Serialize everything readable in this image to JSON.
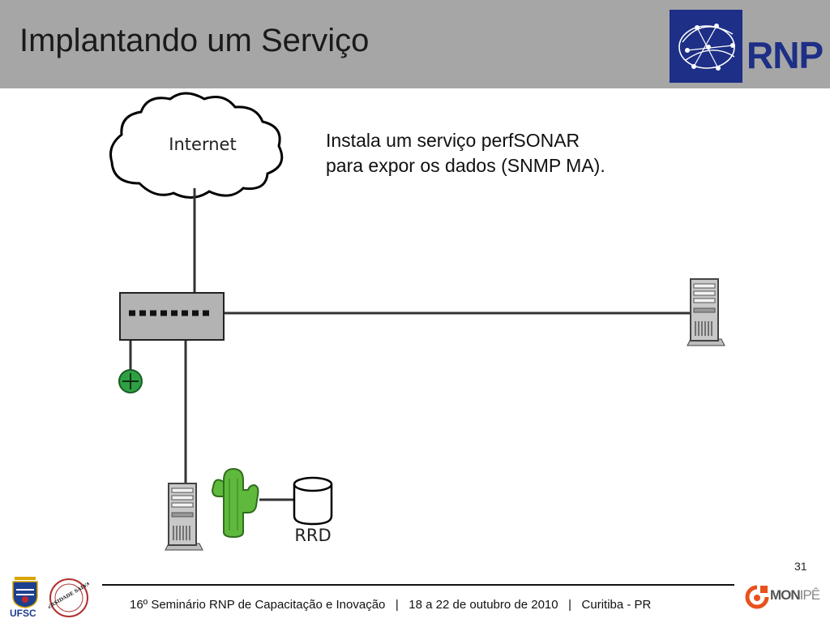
{
  "slide": {
    "title": "Implantando um Serviço",
    "logo_text": "RNP",
    "page_number": "31"
  },
  "diagram": {
    "internet_label": "Internet",
    "database_label": "RRD",
    "caption_line1": "Instala um serviço perfSONAR",
    "caption_line2": "para expor os dados (SNMP MA)."
  },
  "footer": {
    "text": "16º Seminário RNP de Capacitação e Inovação   |   18 a 22 de outubro de 2010   |   Curitiba - PR",
    "ufsc_label": "UFSC",
    "seal_text": "UNIVERSIDADE SALVADOR",
    "monipe_main": "MON",
    "monipe_accent": "IPÊ"
  },
  "colors": {
    "header_bg": "#a6a6a6",
    "rnp_blue": "#1d2f86",
    "cactus_green": "#5fb93c",
    "router_green": "#2ea043",
    "monipe_orange": "#e8511e"
  }
}
